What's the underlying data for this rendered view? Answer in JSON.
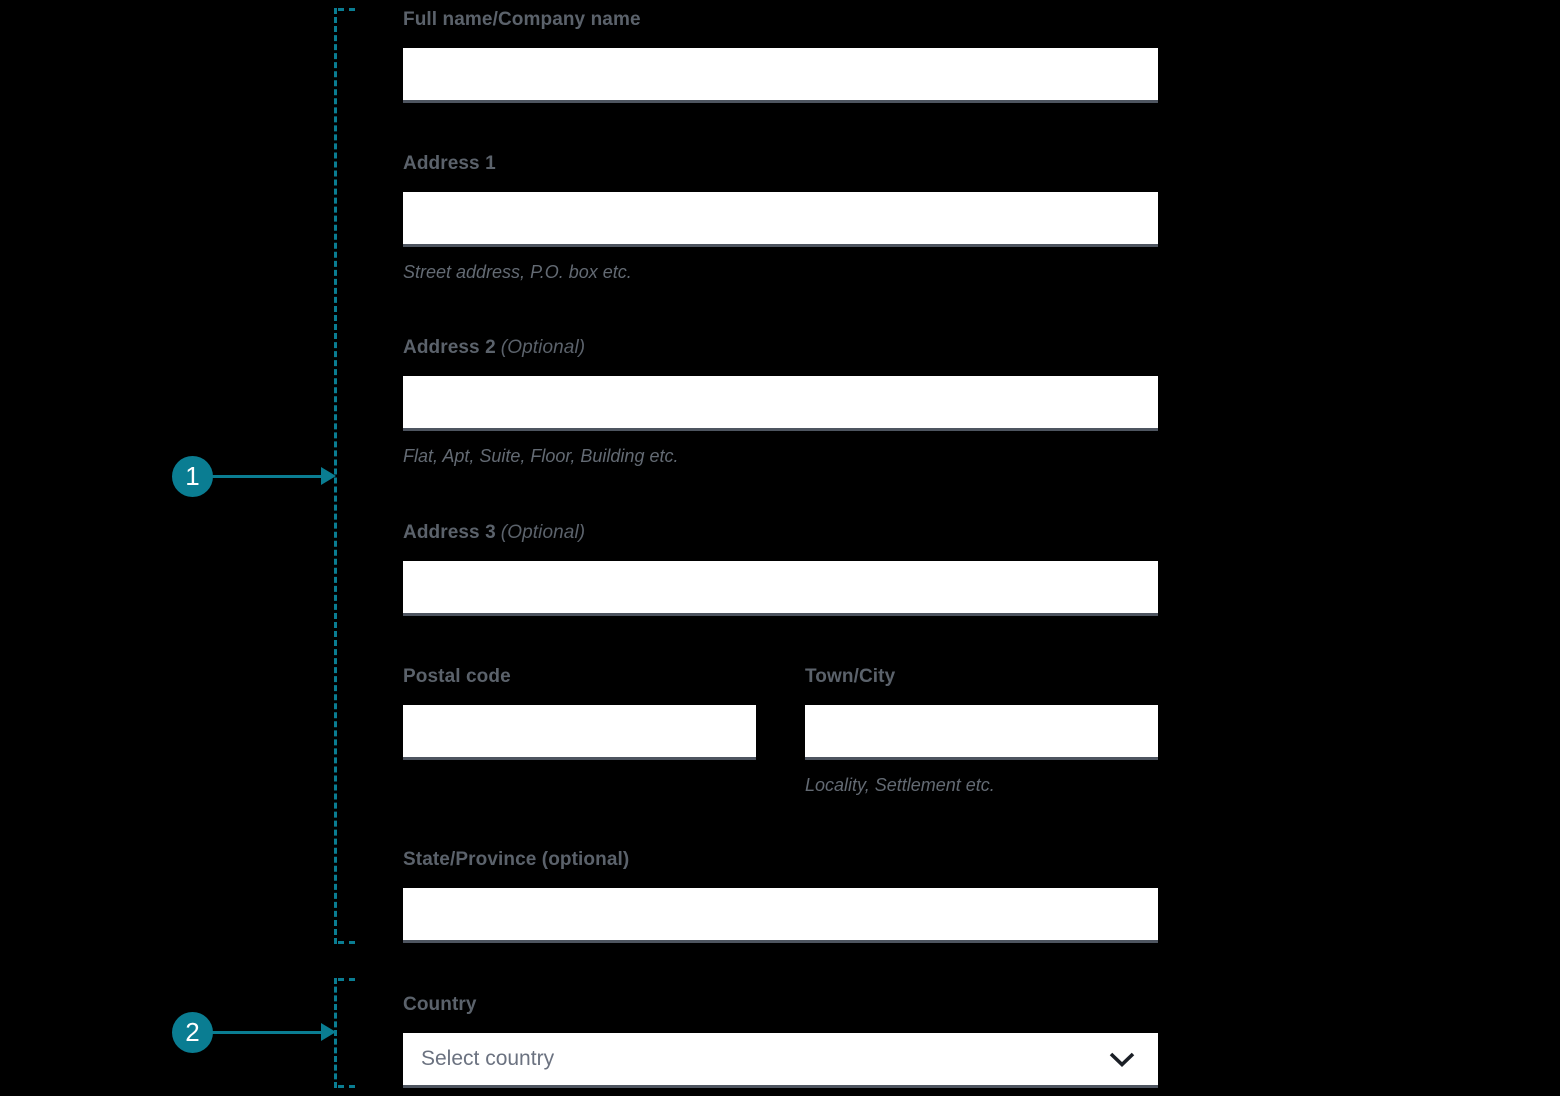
{
  "colors": {
    "background": "#000000",
    "accent_teal": "#0a7d92",
    "label_gray": "#5b626b",
    "helper_gray": "#636a73",
    "input_bg": "#ffffff",
    "input_border": "#4e5560",
    "placeholder_gray": "#6b7280",
    "chevron_dark": "#1b1f26",
    "marker_text": "#ffffff"
  },
  "annotations": {
    "marker1_number": "1",
    "marker2_number": "2"
  },
  "form": {
    "full_name": {
      "label": "Full name/Company name",
      "value": ""
    },
    "address1": {
      "label": "Address 1",
      "value": "",
      "helper": "Street address, P.O. box etc."
    },
    "address2": {
      "label": "Address 2",
      "optional": "(Optional)",
      "value": "",
      "helper": "Flat, Apt, Suite, Floor, Building etc."
    },
    "address3": {
      "label": "Address 3",
      "optional": "(Optional)",
      "value": ""
    },
    "postal_code": {
      "label": "Postal code",
      "value": ""
    },
    "town_city": {
      "label": "Town/City",
      "value": "",
      "helper": "Locality, Settlement etc."
    },
    "state_province": {
      "label": "State/Province (optional)",
      "value": ""
    },
    "country": {
      "label": "Country",
      "placeholder": "Select country"
    }
  }
}
